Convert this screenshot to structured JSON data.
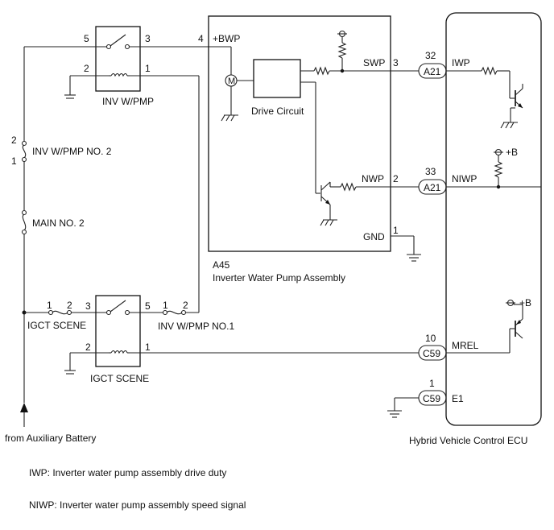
{
  "components": {
    "relay_inv": {
      "label": "INV W/PMP",
      "pins": [
        "5",
        "3",
        "2",
        "1"
      ]
    },
    "relay_igct": {
      "label": "IGCT SCENE",
      "pins": [
        "3",
        "5",
        "2",
        "1"
      ]
    },
    "pump": {
      "code": "A45",
      "name": "Inverter Water Pump Assembly",
      "drive_circuit": "Drive Circuit",
      "motor": "M",
      "terms": {
        "bwp": "+BWP",
        "swp": "SWP",
        "nwp": "NWP",
        "gnd": "GND"
      },
      "pins": {
        "bwp": "4",
        "swp": "3",
        "nwp": "2",
        "gnd": "1"
      }
    },
    "ecu": {
      "name": "Hybrid Vehicle Control ECU",
      "pins": {
        "iwp": "32",
        "niwp": "33",
        "mrel": "10",
        "e1": "1"
      },
      "connectors": {
        "iwp": "A21",
        "niwp": "A21",
        "mrel": "C59",
        "e1": "C59"
      },
      "signals": {
        "iwp": "IWP",
        "niwp": "NIWP",
        "mrel": "MREL",
        "e1": "E1"
      },
      "plus_b": "+B"
    },
    "fuses": {
      "inv_no2": {
        "label": "INV W/PMP NO. 2",
        "pin_a": "2",
        "pin_b": "1"
      },
      "main_no2": {
        "label": "MAIN NO. 2"
      },
      "igct": {
        "label": "IGCT SCENE",
        "pin_a": "1",
        "pin_b": "2"
      },
      "inv_no1": {
        "label": "INV W/PMP NO.1",
        "pin_a": "1",
        "pin_b": "2"
      }
    },
    "source": "from Auxiliary Battery"
  },
  "legend": [
    "IWP: Inverter water pump assembly drive duty",
    "NIWP: Inverter water pump assembly speed signal"
  ]
}
